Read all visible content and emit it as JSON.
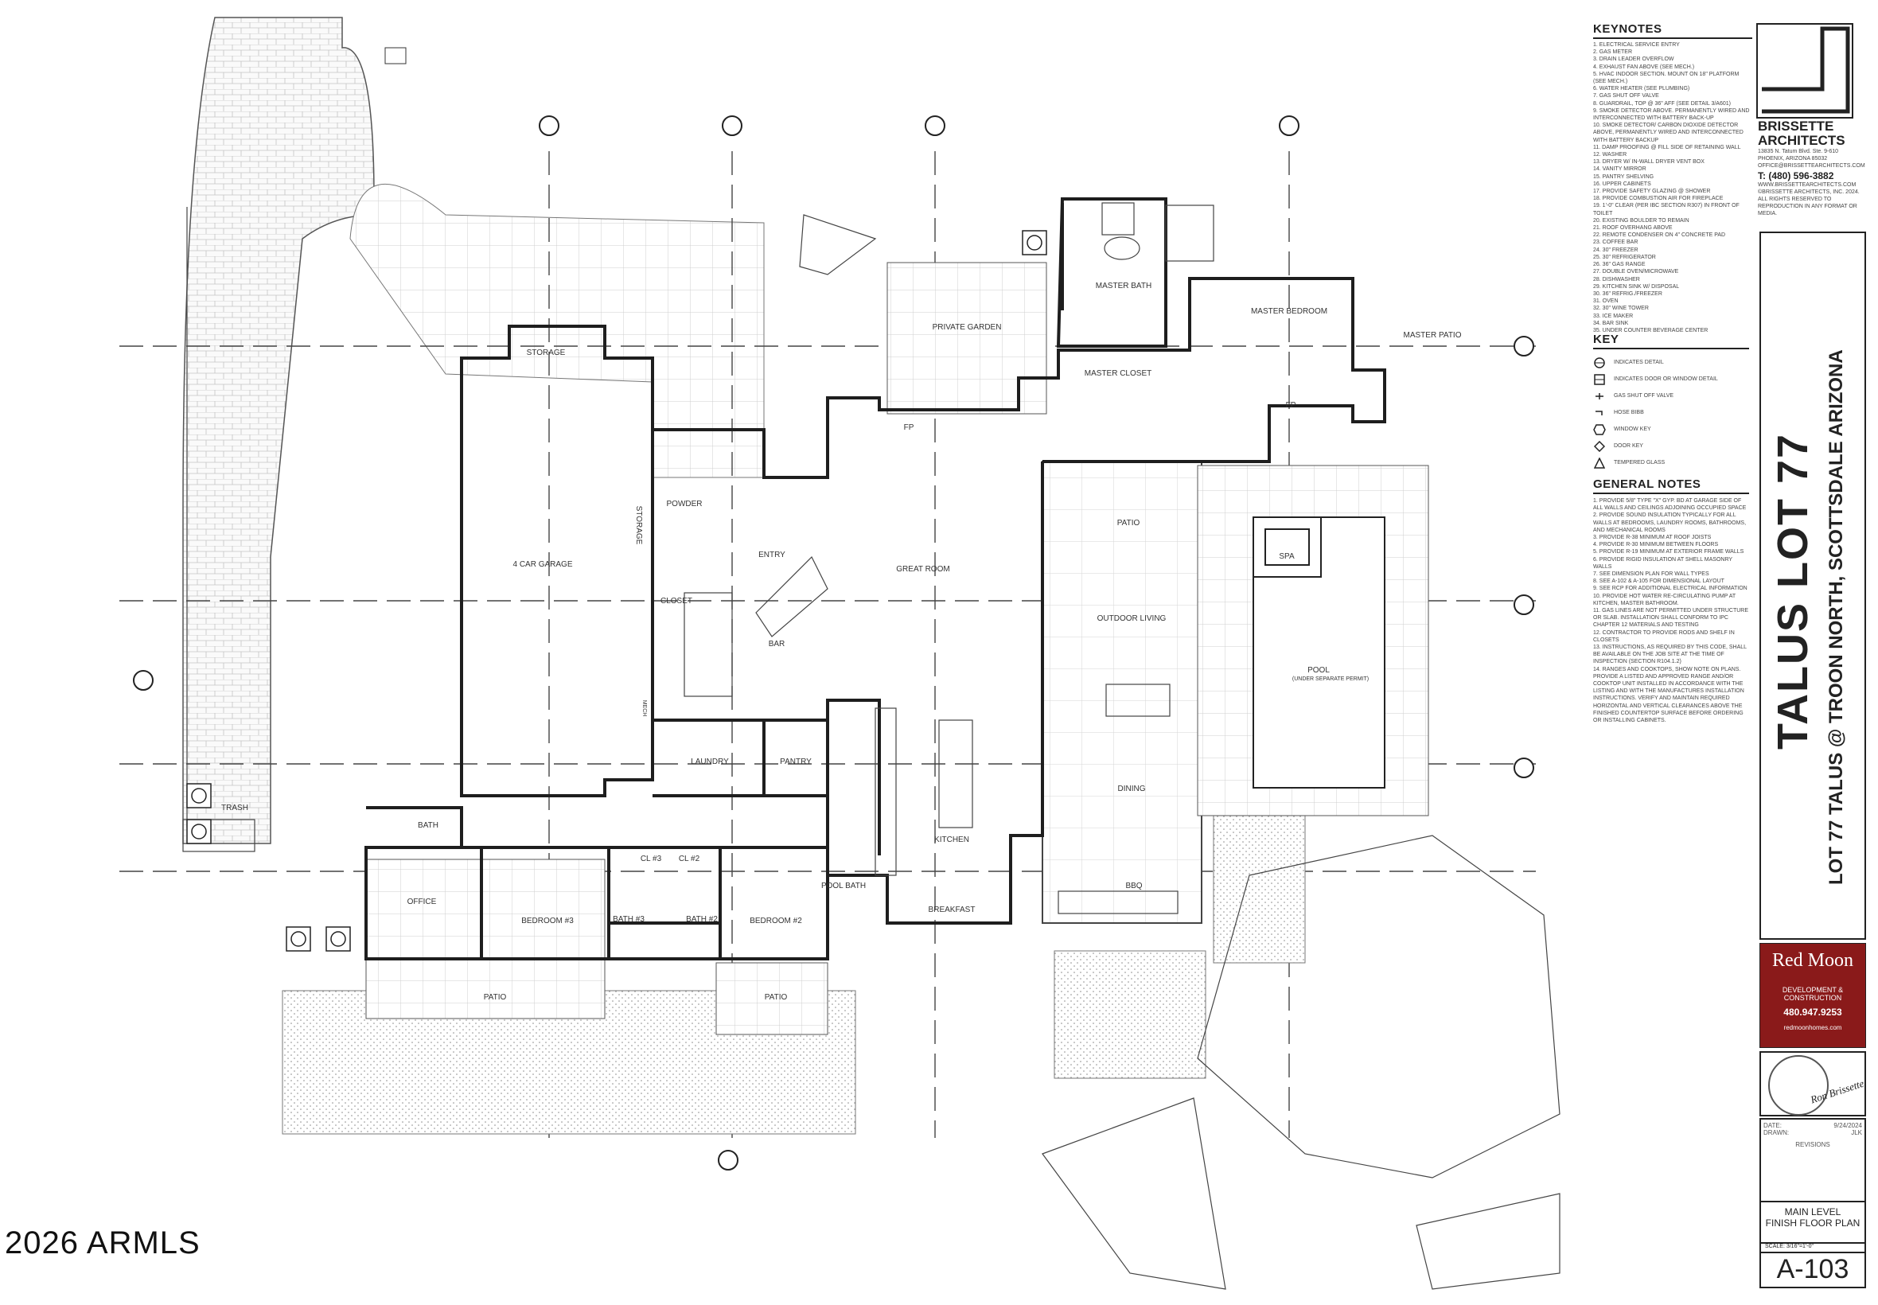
{
  "watermark": "2026 ARMLS",
  "rooms": {
    "storage_top": "STORAGE",
    "garage": "4 CAR GARAGE",
    "storage_side": "STORAGE",
    "powder": "POWDER",
    "entry": "ENTRY",
    "closet": "CLOSET",
    "bar": "BAR",
    "great_room": "GREAT ROOM",
    "private_garden": "PRIVATE GARDEN",
    "master_bath": "MASTER BATH",
    "master_closet": "MASTER CLOSET",
    "master_bedroom": "MASTER BEDROOM",
    "master_patio": "MASTER PATIO",
    "fp1": "FP",
    "fp2": "FP",
    "patio_main": "PATIO",
    "outdoor_living": "OUTDOOR LIVING",
    "spa": "SPA",
    "pool": "POOL",
    "pool_note": "(UNDER SEPARATE PERMIT)",
    "laundry": "LAUNDRY",
    "pantry": "PANTRY",
    "kitchen": "KITCHEN",
    "dining": "DINING",
    "breakfast": "BREAKFAST",
    "bbq": "BBQ",
    "trash": "TRASH",
    "bath": "BATH",
    "office": "OFFICE",
    "bedroom3": "BEDROOM #3",
    "cl3": "CL #3",
    "cl2": "CL #2",
    "bath3": "BATH #3",
    "bath2": "BATH #2",
    "bedroom2": "BEDROOM #2",
    "pool_bath": "POOL BATH",
    "patio_left": "PATIO",
    "patio_right": "PATIO",
    "mech": "MECH"
  },
  "keynotes": {
    "title": "KEYNOTES",
    "items": [
      "1. ELECTRICAL SERVICE ENTRY",
      "2. GAS METER",
      "3. DRAIN LEADER OVERFLOW",
      "4. EXHAUST FAN ABOVE (SEE MECH.)",
      "5. HVAC INDOOR SECTION. MOUNT ON 18\" PLATFORM (SEE MECH.)",
      "6. WATER HEATER (SEE PLUMBING)",
      "7. GAS SHUT OFF VALVE",
      "8. GUARDRAIL, TOP @ 36\" AFF (SEE DETAIL 3/A601)",
      "9. SMOKE DETECTOR ABOVE. PERMANENTLY WIRED AND INTERCONNECTED WITH BATTERY BACK-UP",
      "10. SMOKE DETECTOR/ CARBON DIOXIDE DETECTOR ABOVE, PERMANENTLY WIRED AND INTERCONNECTED WITH BATTERY BACKUP",
      "11. DAMP PROOFING @ FILL SIDE OF RETAINING WALL",
      "12. WASHER",
      "13. DRYER W/ IN-WALL DRYER VENT BOX",
      "14. VANITY MIRROR",
      "15. PANTRY SHELVING",
      "16. UPPER CABINETS",
      "17. PROVIDE SAFETY GLAZING @ SHOWER",
      "18. PROVIDE COMBUSTION AIR FOR FIREPLACE",
      "19. 1'-0\" CLEAR (PER IBC SECTION R307) IN FRONT OF TOILET",
      "20. EXISTING BOULDER TO REMAIN",
      "21. ROOF OVERHANG ABOVE",
      "22. REMOTE CONDENSER ON 4\" CONCRETE PAD",
      "23. COFFEE BAR",
      "24. 30\" FREEZER",
      "25. 30\" REFRIGERATOR",
      "26. 36\" GAS RANGE",
      "27. DOUBLE OVEN/MICROWAVE",
      "28. DISHWASHER",
      "29. KITCHEN SINK W/ DISPOSAL",
      "30. 36\" REFRIG./FREEZER",
      "31. OVEN",
      "32. 30\" WINE TOWER",
      "33. ICE MAKER",
      "34. BAR SINK",
      "35. UNDER COUNTER BEVERAGE CENTER"
    ]
  },
  "key": {
    "title": "KEY",
    "items": [
      {
        "icon": "circle",
        "label": "INDICATES DETAIL"
      },
      {
        "icon": "square",
        "label": "INDICATES DOOR OR WINDOW DETAIL"
      },
      {
        "icon": "gas",
        "label": "GAS SHUT OFF VALVE"
      },
      {
        "icon": "bibb",
        "label": "HOSE BIBB"
      },
      {
        "icon": "hexagon",
        "label": "WINDOW KEY"
      },
      {
        "icon": "diamond",
        "label": "DOOR KEY"
      },
      {
        "icon": "triangle",
        "label": "TEMPERED GLASS"
      }
    ]
  },
  "general_notes": {
    "title": "GENERAL NOTES",
    "items": [
      "1. PROVIDE 5/8\" TYPE \"X\" GYP. BD AT GARAGE SIDE OF ALL WALLS AND CEILINGS ADJOINING OCCUPIED SPACE",
      "2. PROVIDE SOUND INSULATION TYPICALLY FOR ALL WALLS AT BEDROOMS, LAUNDRY ROOMS, BATHROOMS, AND MECHANICAL ROOMS",
      "3. PROVIDE R-38 MINIMUM AT ROOF JOISTS",
      "4. PROVIDE R-30 MINIMUM BETWEEN FLOORS",
      "5. PROVIDE R-19 MINIMUM AT EXTERIOR FRAME WALLS",
      "6. PROVIDE RIGID INSULATION AT SHELL MASONRY WALLS",
      "7. SEE DIMENSION PLAN FOR WALL TYPES",
      "8. SEE A-102 & A-105 FOR DIMENSIONAL LAYOUT",
      "9. SEE RCP FOR ADDITIONAL ELECTRICAL INFORMATION",
      "10. PROVIDE HOT WATER RE-CIRCULATING PUMP AT KITCHEN, MASTER BATHROOM.",
      "11. GAS LINES ARE NOT PERMITTED UNDER STRUCTURE OR SLAB. INSTALLATION SHALL CONFORM TO IPC CHAPTER 12 MATERIALS AND TESTING",
      "12. CONTRACTOR TO PROVIDE RODS AND SHELF IN CLOSETS",
      "13. INSTRUCTIONS, AS REQUIRED BY THIS CODE, SHALL BE AVAILABLE ON THE JOB SITE AT THE TIME OF INSPECTION (SECTION R104.1.2)",
      "14. RANGES AND COOKTOPS, SHOW NOTE ON PLANS. PROVIDE A LISTED AND APPROVED RANGE AND/OR COOKTOP UNIT INSTALLED IN ACCORDANCE WITH THE LISTING AND WITH THE MANUFACTURES INSTALLATION INSTRUCTIONS. VERIFY AND MAINTAIN REQUIRED HORIZONTAL AND VERTICAL CLEARANCES ABOVE THE FINISHED COUNTERTOP SURFACE BEFORE ORDERING OR INSTALLING CABINETS."
    ]
  },
  "architect": {
    "name_line1": "BRISSETTE",
    "name_line2": "ARCHITECTS",
    "address1": "13835 N. Tatum Blvd. Ste. 9-610",
    "address2": "PHOENIX, ARIZONA 85032",
    "email": "OFFICE@BRISSETTEARCHITECTS.COM",
    "phone": "T: (480) 596-3882",
    "web": "WWW.BRISSETTEARCHITECTS.COM",
    "copyright1": "©BRISSETTE ARCHITECTS, INC. 2024.",
    "copyright2": "ALL RIGHTS RESERVED TO REPRODUCTION IN ANY FORMAT OR MEDIA."
  },
  "project": {
    "title": "TALUS LOT 77",
    "subtitle": "LOT 77 TALUS @ TROON NORTH, SCOTTSDALE ARIZONA"
  },
  "builder": {
    "name": "Red Moon",
    "line": "DEVELOPMENT & CONSTRUCTION",
    "phone": "480.947.9253",
    "web": "redmoonhomes.com"
  },
  "seal": {
    "signature": "Ron Brissette"
  },
  "info": {
    "date_label": "DATE:",
    "date_value": "9/24/2024",
    "drawn_label": "DRAWN:",
    "drawn_value": "JLK",
    "revisions_label": "REVISIONS"
  },
  "sheet": {
    "name1": "MAIN LEVEL",
    "name2": "FINISH FLOOR PLAN",
    "scale": "SCALE: 3/16\"=1'-0\"",
    "number": "A-103"
  },
  "colors": {
    "line": "#2a2a2a",
    "hatch": "#9a9a9a",
    "builder_bg": "#8a1a1a"
  }
}
